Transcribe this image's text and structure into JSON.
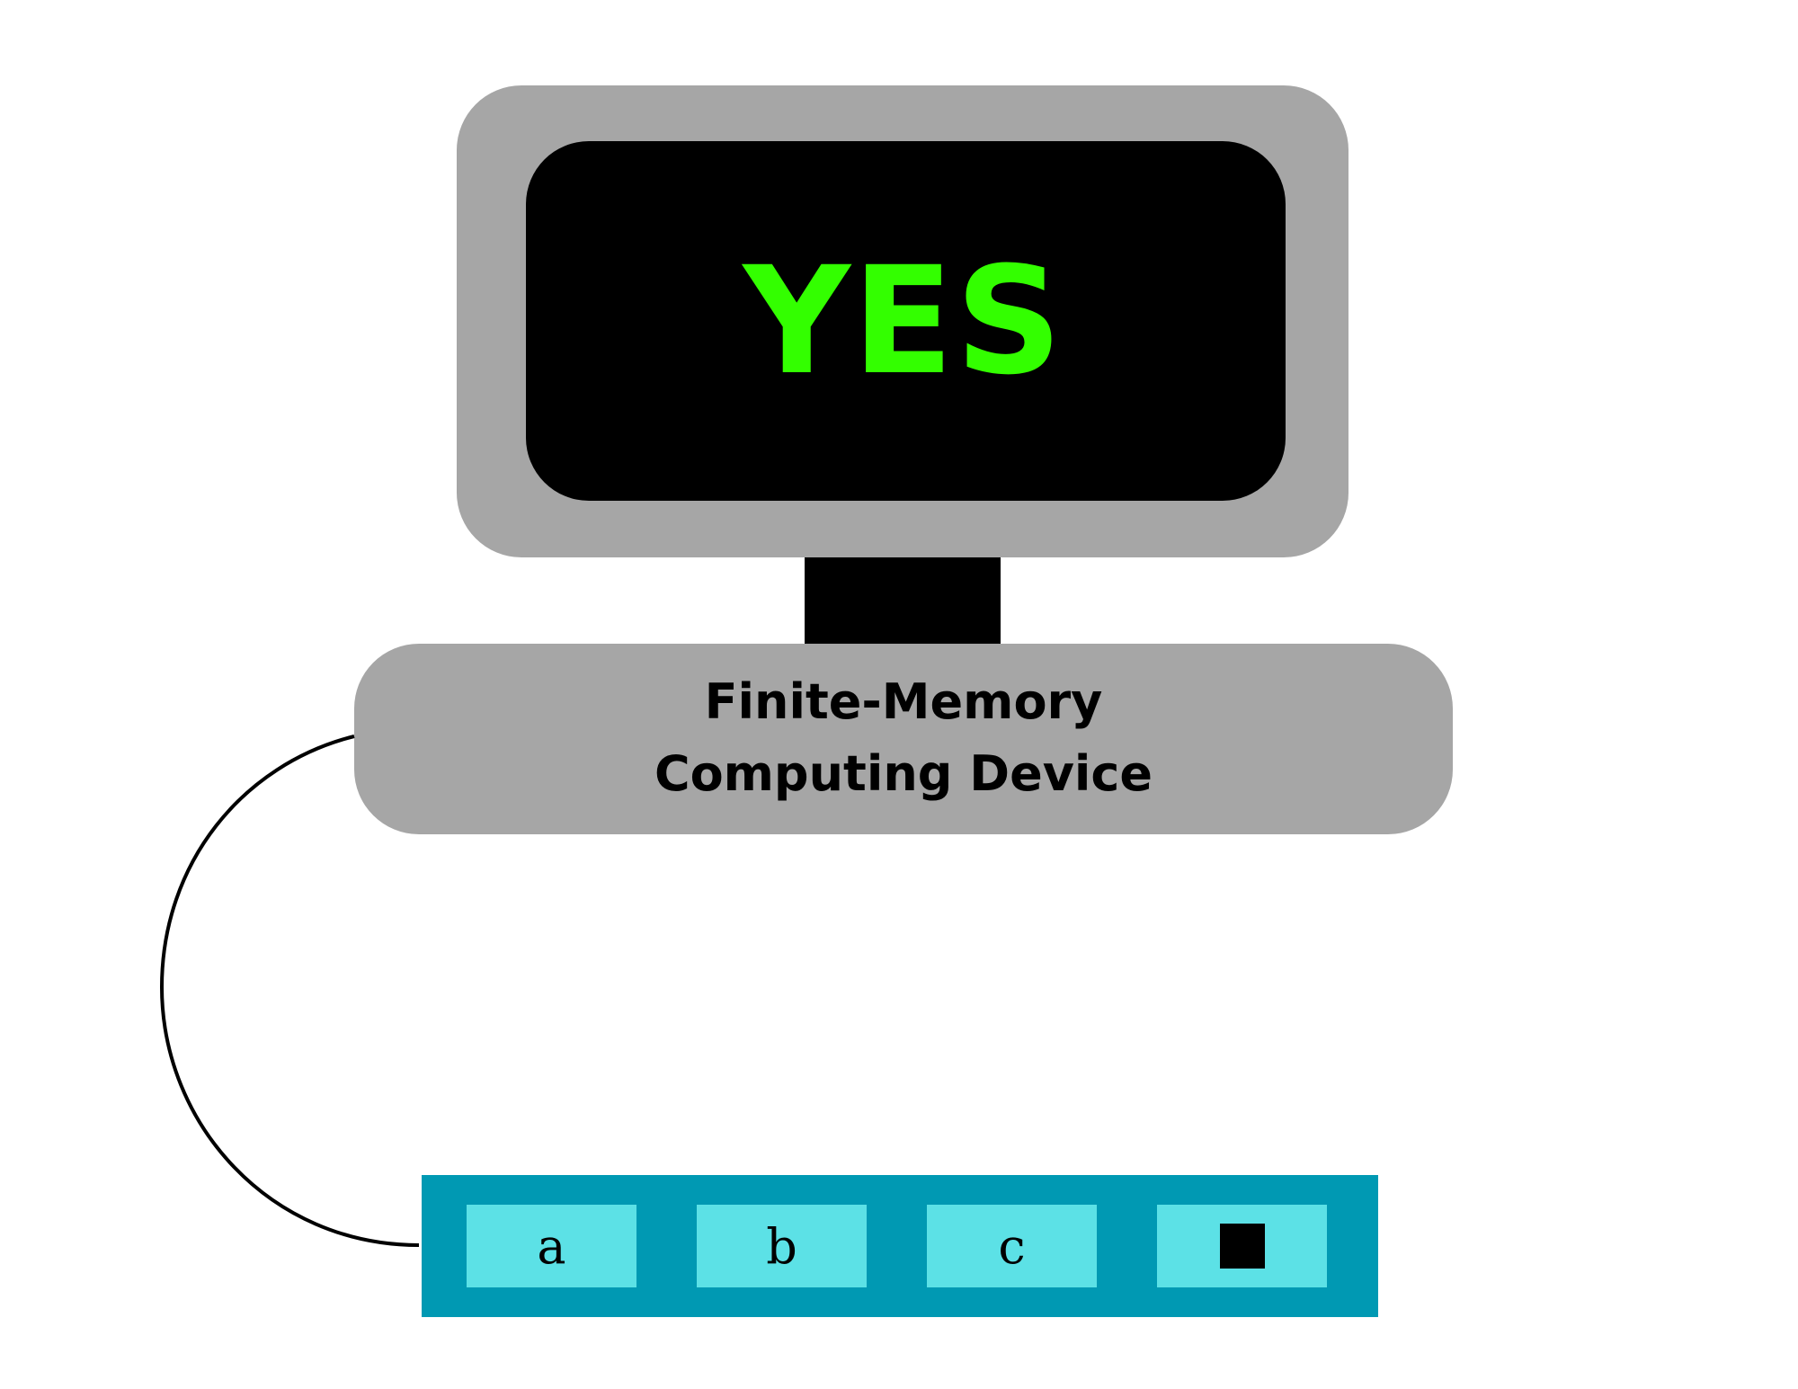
{
  "screen": {
    "output_text": "YES",
    "output_color": "#33ff00",
    "background_color": "#000000"
  },
  "device": {
    "label_line1": "Finite-Memory",
    "label_line2": "Computing Device",
    "body_color": "#a6a6a6",
    "stand_color": "#000000"
  },
  "tape": {
    "frame_color": "#0099b3",
    "cell_color": "#5ce1e6",
    "cells": [
      {
        "symbol": "a"
      },
      {
        "symbol": "b"
      },
      {
        "symbol": "c"
      },
      {
        "symbol": "",
        "icon": "blank-square-icon"
      }
    ]
  }
}
